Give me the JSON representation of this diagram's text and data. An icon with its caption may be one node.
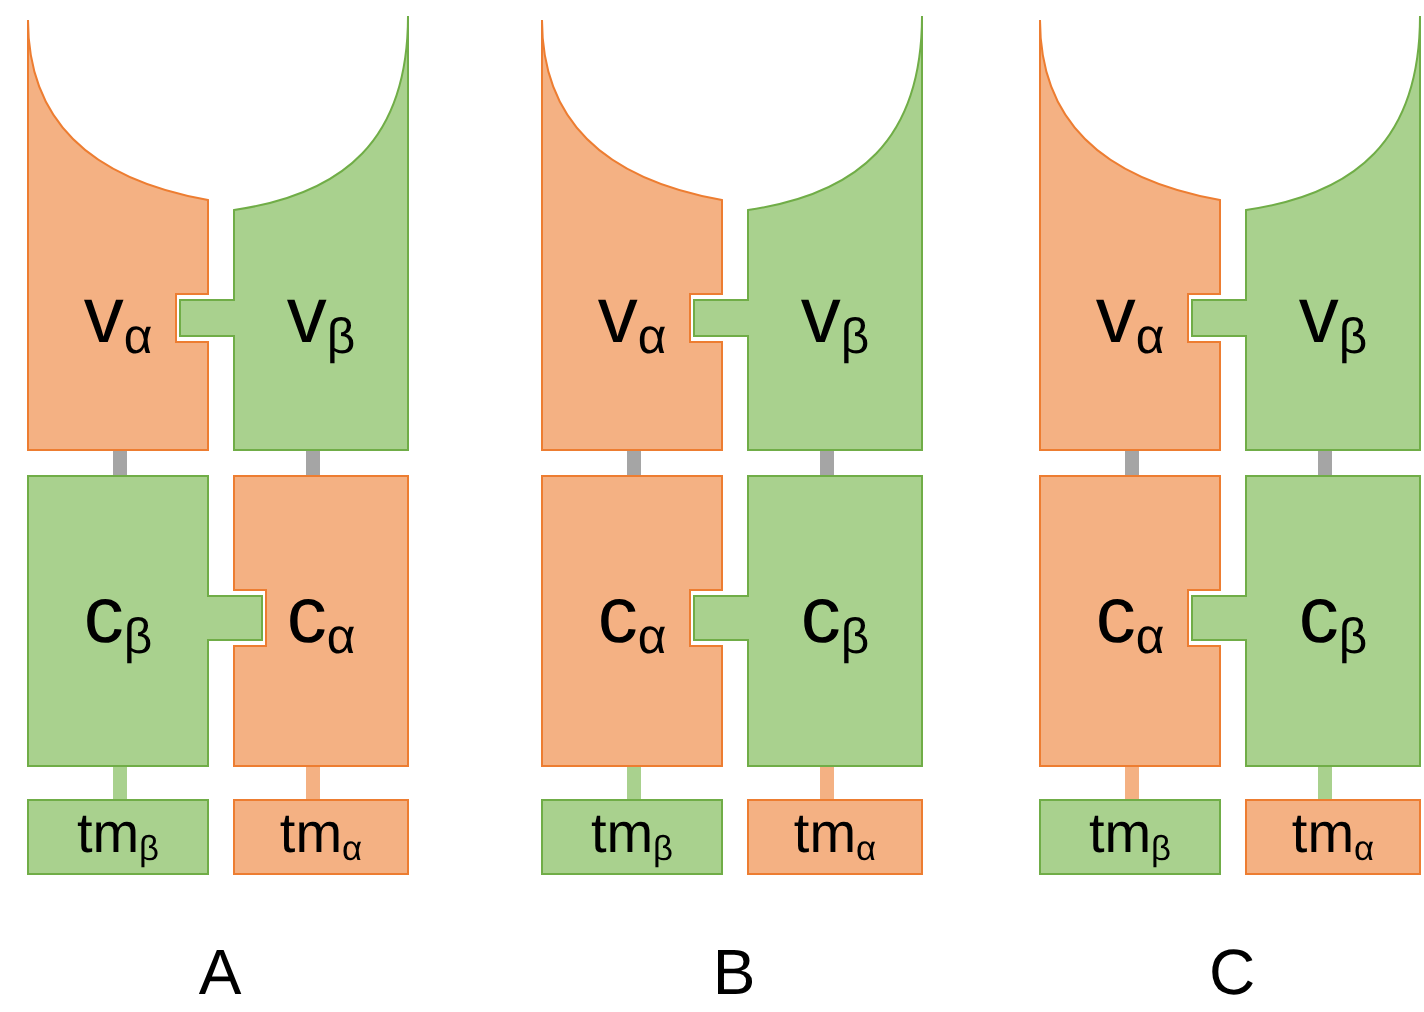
{
  "diagram": {
    "nodes": [
      {
        "text": [
          "v$_{α}$"
        ]
      },
      {
        "text": [
          "v$_{β}$"
        ]
      },
      {
        "text": [
          "c$_{β}$"
        ]
      },
      {
        "text": [
          "c$_{α}$"
        ]
      },
      {
        "text": [
          "tm$_{β}$"
        ]
      },
      {
        "text": [
          "tm$_{α}$"
        ]
      },
      {
        "text": [
          "v$_{α}$"
        ]
      },
      {
        "text": [
          "v$_{β}$"
        ]
      },
      {
        "text": [
          "c$_{α}$"
        ]
      },
      {
        "text": [
          "c$_{β}$"
        ]
      },
      {
        "text": [
          "tm$_{β}$"
        ]
      },
      {
        "text": [
          "tm$_{α}$"
        ]
      },
      {
        "text": [
          "v$_{α}$"
        ]
      },
      {
        "text": [
          "v$_{β}$"
        ]
      },
      {
        "text": [
          "c$_{α}$"
        ]
      },
      {
        "text": [
          "c$_{β}$"
        ]
      },
      {
        "text": [
          "tm$_{β}$"
        ]
      },
      {
        "text": [
          "tm$_{α}$"
        ]
      }
    ],
    "edges": [
      {
        "from": 0,
        "to": 2,
        "arrow": "none",
        "color": "#a5a5a5"
      },
      {
        "from": 1,
        "to": 3,
        "arrow": "none",
        "color": "#a5a5a5"
      },
      {
        "from": 2,
        "to": 4,
        "arrow": "none",
        "color": "#a9d18e"
      },
      {
        "from": 3,
        "to": 5,
        "arrow": "none",
        "color": "#f4b183"
      },
      {
        "from": 6,
        "to": 8,
        "arrow": "none",
        "color": "#a5a5a5"
      },
      {
        "from": 7,
        "to": 9,
        "arrow": "none",
        "color": "#a5a5a5"
      },
      {
        "from": 8,
        "to": 10,
        "arrow": "none",
        "color": "#a9d18e"
      },
      {
        "from": 9,
        "to": 11,
        "arrow": "none",
        "color": "#f4b183"
      },
      {
        "from": 12,
        "to": 14,
        "arrow": "none",
        "color": "#a5a5a5"
      },
      {
        "from": 13,
        "to": 15,
        "arrow": "none",
        "color": "#a5a5a5"
      },
      {
        "from": 14,
        "to": 16,
        "arrow": "none",
        "color": "#f4b183"
      },
      {
        "from": 15,
        "to": 17,
        "arrow": "none",
        "color": "#a9d18e"
      }
    ],
    "labels": [
      "A",
      "B",
      "C"
    ]
  }
}
